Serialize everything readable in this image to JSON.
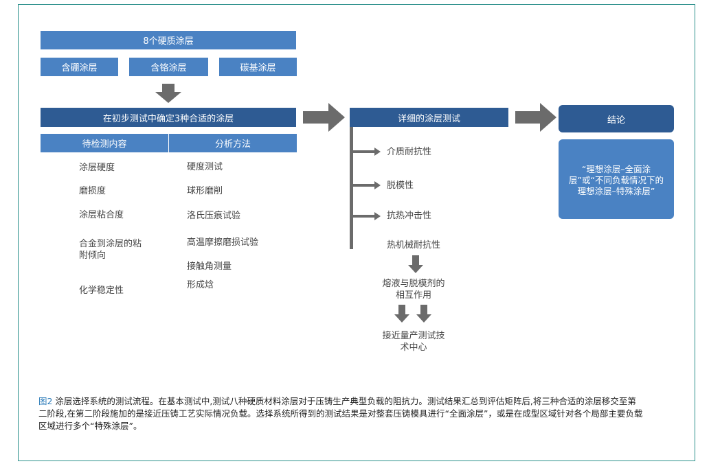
{
  "top_box": "8个硬质涂层",
  "coatings": [
    "含硼涂层",
    "含铬涂层",
    "碳基涂层"
  ],
  "selection_box": "在初步测试中确定3种合适的涂层",
  "headers": {
    "left": "待检测内容",
    "right": "分析方法"
  },
  "test_items": [
    "涂层硬度",
    "磨损度",
    "涂层粘合度",
    "合金到涂层的粘附倾向",
    "化学稳定性"
  ],
  "methods": [
    "硬度测试",
    "球形磨削",
    "洛氏压痕试验",
    "高温摩擦磨损试验",
    "接触角测量",
    "形成焓"
  ],
  "detail_box": "详细的涂层测试",
  "detail_items": [
    "介质耐抗性",
    "脱模性",
    "抗热冲击性",
    "热机械耐抗性"
  ],
  "sub_step1": "熔液与脱模剂的相互作用",
  "sub_step2": "接近量产测试技术中心",
  "conclusion_title": "结论",
  "conclusion_text": "“理想涂层–全面涂层”或“不同负载情况下的理想涂层–特殊涂层”",
  "caption_label": "图2",
  "caption_text": " 涂层选择系统的测试流程。在基本测试中,测试八种硬质材料涂层对于压铸生产典型负载的阻抗力。测试结果汇总到评估矩阵后,将三种合适的涂层移交至第二阶段,在第二阶段施加的是接近压铸工艺实际情况负载。选择系统所得到的测试结果是对整套压铸模具进行“全面涂层”，或是在成型区域针对各个局部主要负载区域进行多个“特殊涂层”。",
  "colors": {
    "light_blue": "#4a82c3",
    "dark_blue": "#2e5b93",
    "arrow_gray": "#6b6b6b",
    "frame": "#2a8f8a"
  }
}
